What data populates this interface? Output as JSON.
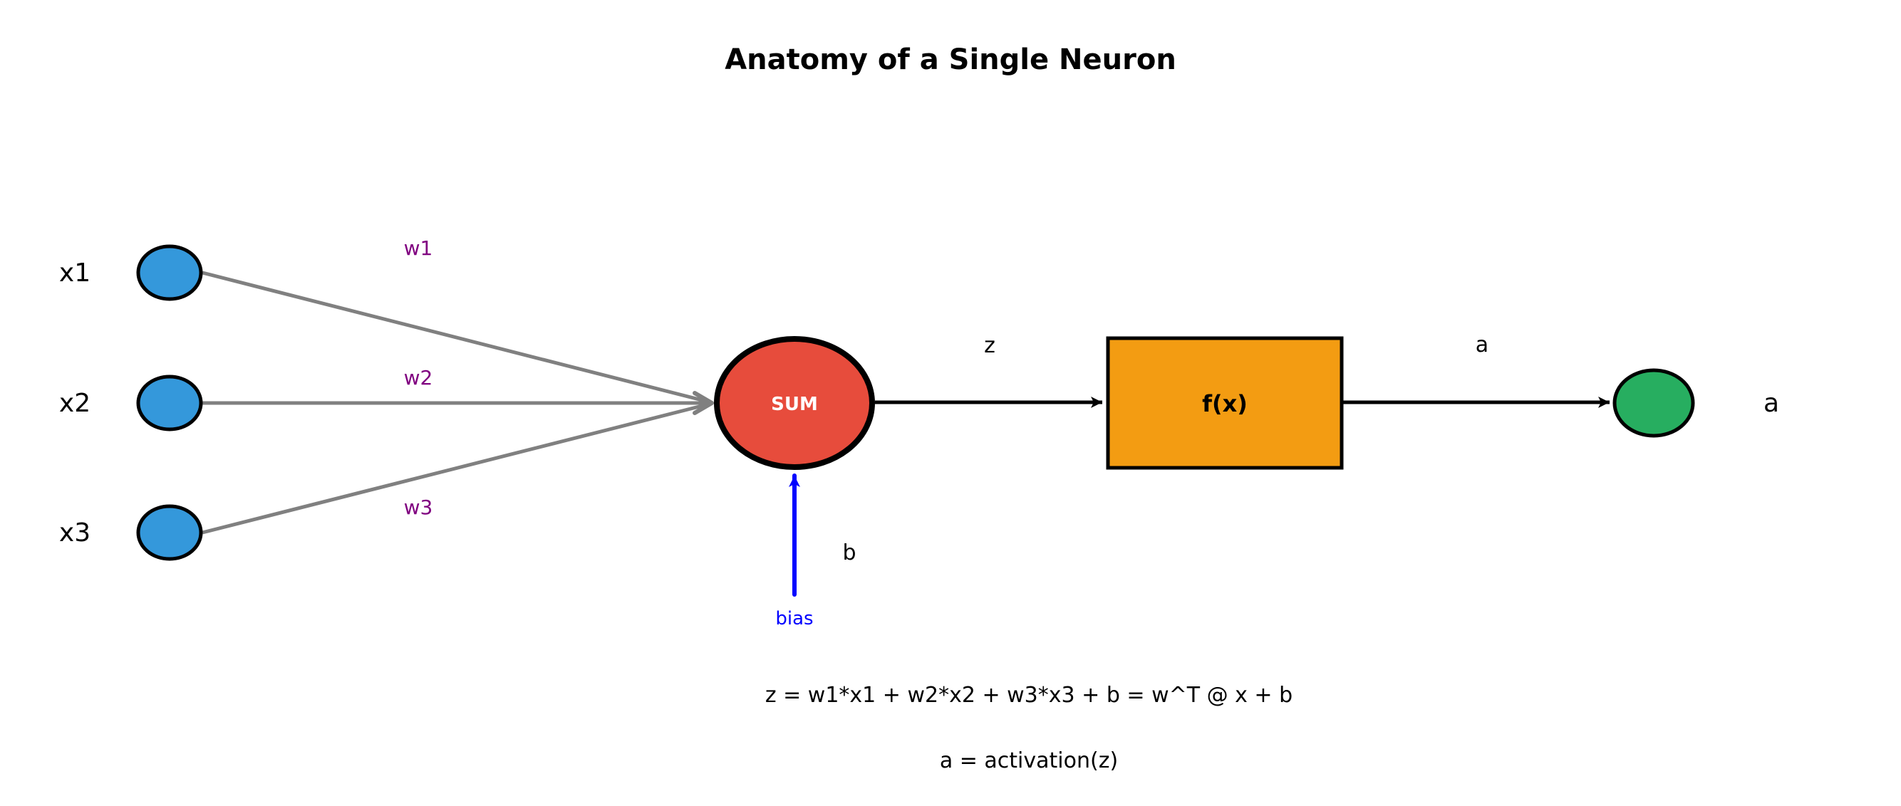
{
  "title": "Anatomy of a Single Neuron",
  "colors": {
    "input_node": "#3498db",
    "sum_node": "#e74c3c",
    "activation_box": "#f39c12",
    "output_node": "#27ae60",
    "weight_edge": "#808080",
    "weight_label": "#800080",
    "bias": "#0000ff",
    "flow_arrow": "#000000",
    "outline": "#000000"
  },
  "inputs": [
    {
      "label": "x1",
      "weight": "w1"
    },
    {
      "label": "x2",
      "weight": "w2"
    },
    {
      "label": "x3",
      "weight": "w3"
    }
  ],
  "sum_node": {
    "label": "SUM",
    "icon": "summation-node"
  },
  "bias": {
    "symbol": "b",
    "caption": "bias"
  },
  "pre_activation_label": "z",
  "activation_box": {
    "label": "f(x)"
  },
  "activation_output_label": "a",
  "output_node": {
    "label": "a"
  },
  "equations": [
    "z = w1*x1 + w2*x2 + w3*x3 + b = w^T @ x + b",
    "a = activation(z)"
  ]
}
